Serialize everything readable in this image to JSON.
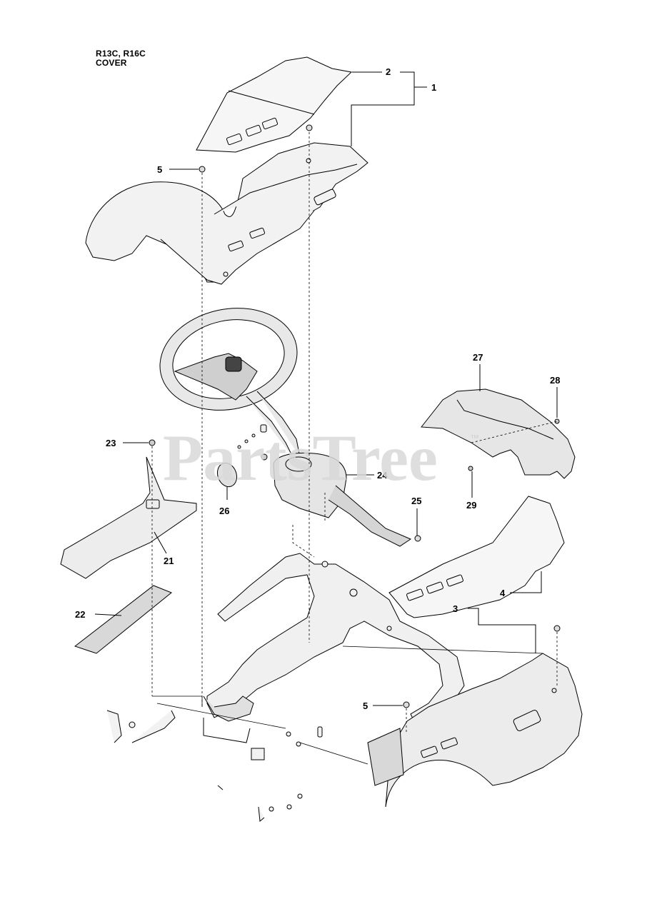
{
  "header": {
    "models": "R13C, R16C",
    "section": "COVER"
  },
  "watermark": {
    "text": "PartsTree",
    "trademark": "™"
  },
  "callouts": {
    "c1": "1",
    "c2": "2",
    "c3": "3",
    "c4": "4",
    "c5a": "5",
    "c5b": "5",
    "c21": "21",
    "c22": "22",
    "c23": "23",
    "c24": "24",
    "c25": "25",
    "c26": "26",
    "c27": "27",
    "c28": "28",
    "c29": "29"
  },
  "colors": {
    "line": "#000000",
    "fill_light": "#f2f2f2",
    "fill_mid": "#d9d9d9",
    "watermark": "#d9d9d9"
  }
}
